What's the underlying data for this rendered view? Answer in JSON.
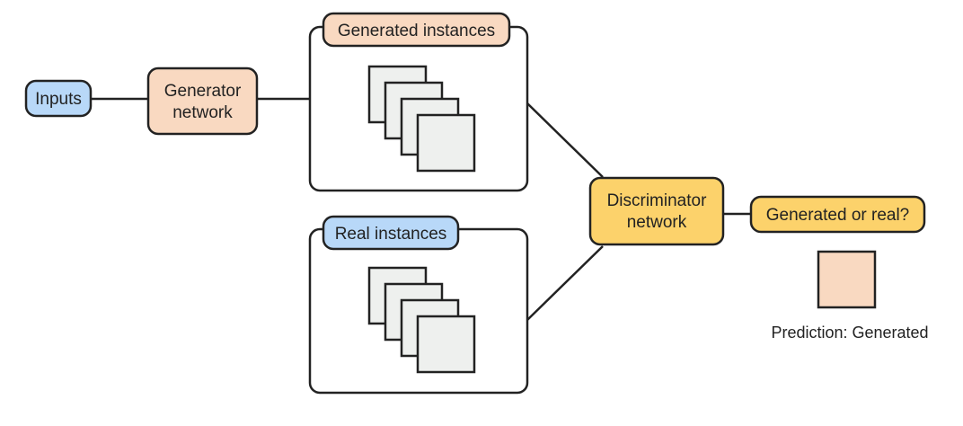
{
  "diagram": {
    "nodes": {
      "inputs": {
        "label": "Inputs"
      },
      "generator": {
        "line1": "Generator",
        "line2": "network"
      },
      "generated_instances": {
        "label": "Generated instances"
      },
      "real_instances": {
        "label": "Real instances"
      },
      "discriminator": {
        "line1": "Discriminator",
        "line2": "network"
      },
      "output": {
        "label": "Generated or real?"
      }
    },
    "prediction": {
      "caption": "Prediction: Generated"
    },
    "colors": {
      "blue_fill": "#b8d8f8",
      "peach_fill": "#f9d9c1",
      "yellow_fill": "#fcd26b",
      "card_fill": "#eef0ee",
      "stroke": "#222222"
    }
  }
}
